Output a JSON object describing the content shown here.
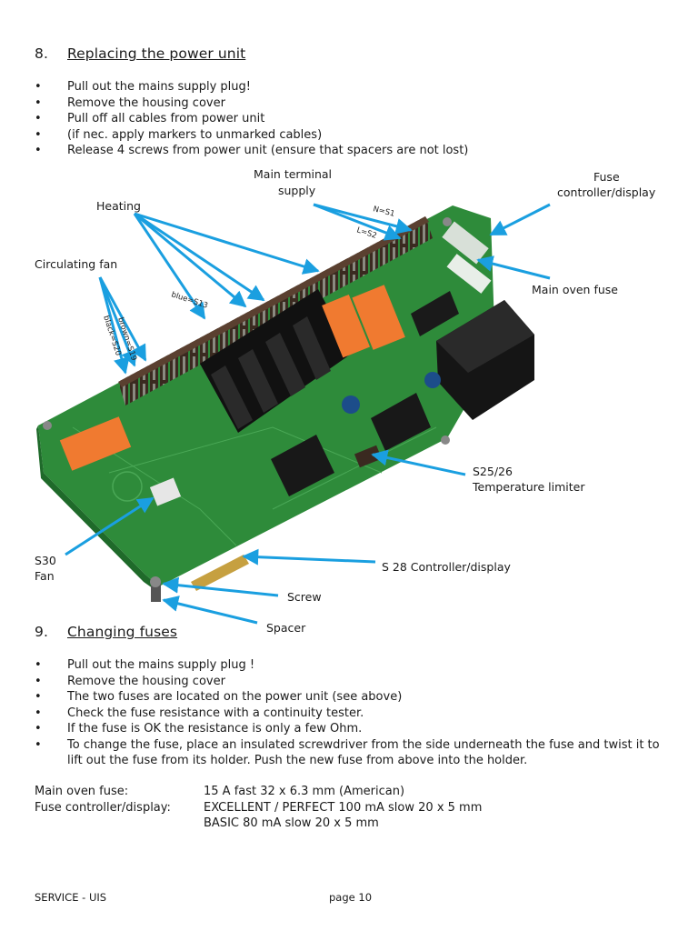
{
  "section8": {
    "number": "8.",
    "title": "Replacing the power unit",
    "steps": [
      "Pull out the mains supply plug!",
      "Remove the housing cover",
      "Pull off all cables from power unit",
      "(if nec. apply markers to unmarked cables)",
      "Release 4 screws from power unit (ensure that spacers are not lost)"
    ]
  },
  "figure": {
    "labels": {
      "main_terminal_line1": "Main terminal",
      "main_terminal_line2": "supply",
      "fuse_ctrl_line1": "Fuse",
      "fuse_ctrl_line2": "controller/display",
      "heating": "Heating",
      "circ_fan": "Circulating fan",
      "main_oven_fuse": "Main oven fuse",
      "n_s1": "N=S1",
      "l_s2": "L=S2",
      "blue_s13": "blue=S13",
      "brown_s19": "brown=S19",
      "black_s20": "black=S20",
      "s2526_line1": "S25/26",
      "s2526_line2": "Temperature limiter",
      "s30_line1": "S30",
      "s30_line2": "Fan",
      "s28": "S 28 Controller/display",
      "screw": "Screw",
      "spacer": "Spacer"
    },
    "colors": {
      "arrow": "#1a9fe0",
      "pcb": "#2e8b3a",
      "relay": "#f07a30",
      "heatsink": "#1e1e1e",
      "connector": "#3a2a20"
    }
  },
  "section9": {
    "number": "9.",
    "title": "Changing fuses",
    "steps": [
      "Pull out the mains supply plug !",
      "Remove the housing cover",
      "The two fuses are located on the power unit (see above)",
      "Check the fuse resistance with a continuity tester.",
      "If the fuse is OK the resistance is only a few Ohm.",
      "To change the fuse, place an insulated screwdriver from the side underneath the fuse and twist it to lift out the fuse from its holder. Push the new fuse from above into the holder."
    ]
  },
  "specs": [
    {
      "key": "Main oven fuse:",
      "value": "15 A fast 32 x 6.3 mm (American)"
    },
    {
      "key": "Fuse controller/display:",
      "value": "EXCELLENT / PERFECT 100 mA slow 20 x 5 mm"
    },
    {
      "key": "",
      "value": "BASIC 80 mA slow 20 x 5 mm"
    }
  ],
  "footer": {
    "left": "SERVICE - UIS",
    "center": "page 10"
  }
}
